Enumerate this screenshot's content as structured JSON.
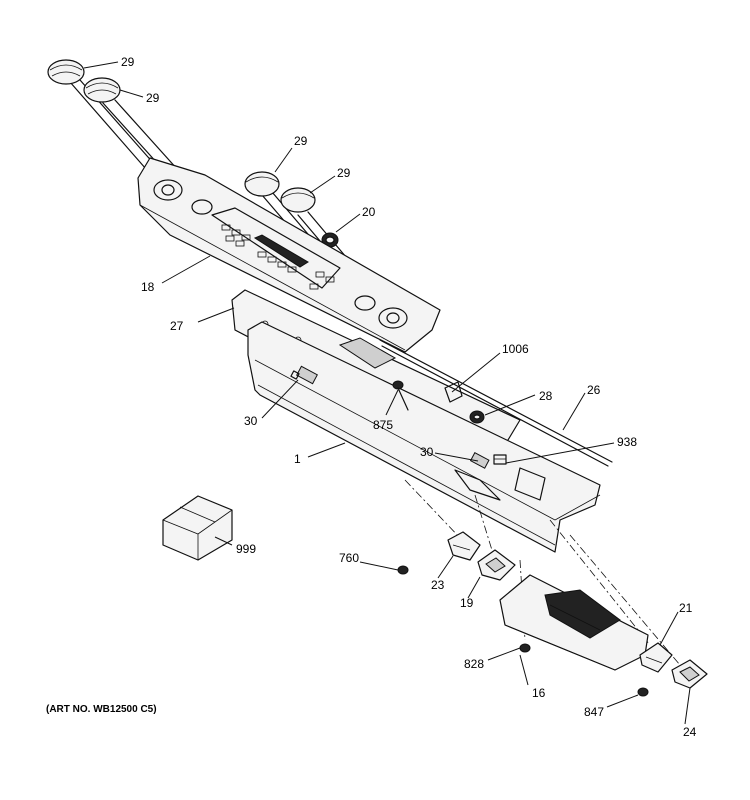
{
  "art_number": "(ART NO. WB12500 C5)",
  "callouts": [
    {
      "id": "knob-1",
      "label": "29"
    },
    {
      "id": "knob-2",
      "label": "29"
    },
    {
      "id": "knob-3",
      "label": "29"
    },
    {
      "id": "knob-4",
      "label": "29"
    },
    {
      "id": "knob-ring",
      "label": "20"
    },
    {
      "id": "control-panel",
      "label": "18"
    },
    {
      "id": "bracket",
      "label": "27"
    },
    {
      "id": "switch-left",
      "label": "30"
    },
    {
      "id": "screw-center",
      "label": "875"
    },
    {
      "id": "clip",
      "label": "1006"
    },
    {
      "id": "grommet",
      "label": "28"
    },
    {
      "id": "rod",
      "label": "26"
    },
    {
      "id": "switch-right",
      "label": "30"
    },
    {
      "id": "connector",
      "label": "938"
    },
    {
      "id": "backsplash",
      "label": "1"
    },
    {
      "id": "box",
      "label": "999"
    },
    {
      "id": "screw-left",
      "label": "760"
    },
    {
      "id": "module-a",
      "label": "23"
    },
    {
      "id": "module-b",
      "label": "19"
    },
    {
      "id": "control-board",
      "label": "16"
    },
    {
      "id": "screw-bottom",
      "label": "828"
    },
    {
      "id": "module-c",
      "label": "21"
    },
    {
      "id": "screw-right",
      "label": "847"
    },
    {
      "id": "module-d",
      "label": "24"
    }
  ]
}
